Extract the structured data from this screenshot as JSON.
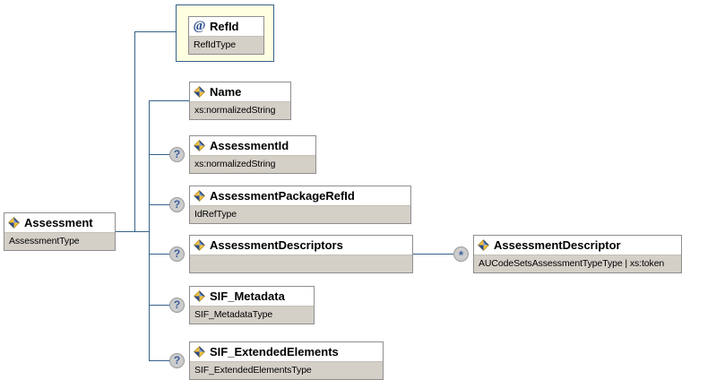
{
  "diagram": {
    "type": "xml-schema-tree",
    "root": {
      "name": "Assessment",
      "type_label": "AssessmentType",
      "icon": "element-icon",
      "occurrence": ""
    },
    "attributes": [
      {
        "name": "RefId",
        "type_label": "RefIdType",
        "icon": "attribute-icon",
        "occurrence": ""
      }
    ],
    "children": [
      {
        "name": "Name",
        "type_label": "xs:normalizedString",
        "icon": "element-icon",
        "occurrence": ""
      },
      {
        "name": "AssessmentId",
        "type_label": "xs:normalizedString",
        "icon": "element-icon",
        "occurrence": "?"
      },
      {
        "name": "AssessmentPackageRefId",
        "type_label": "IdRefType",
        "icon": "element-icon",
        "occurrence": "?"
      },
      {
        "name": "AssessmentDescriptors",
        "type_label": "",
        "icon": "element-icon",
        "occurrence": "?"
      },
      {
        "name": "SIF_Metadata",
        "type_label": "SIF_MetadataType",
        "icon": "element-icon",
        "occurrence": "?"
      },
      {
        "name": "SIF_ExtendedElements",
        "type_label": "SIF_ExtendedElementsType",
        "icon": "element-icon",
        "occurrence": "?"
      }
    ],
    "grandchildren": [
      {
        "name": "AssessmentDescriptor",
        "type_label": "AUCodeSetsAssessmentTypeType | xs:token",
        "icon": "element-icon",
        "occurrence": "*",
        "parent": "AssessmentDescriptors"
      }
    ],
    "colors": {
      "line": "#36618c",
      "box_border": "#8e8e8e",
      "title_bg": "#ffffff",
      "subtitle_bg": "#d4d0c8",
      "attribute_frame_bg": "#ffffe1",
      "marker_bg": "#cccccc",
      "marker_text": "#3a5f9e",
      "icon_blue": "#2c4b8e",
      "icon_yellow": "#f5c13a"
    }
  }
}
